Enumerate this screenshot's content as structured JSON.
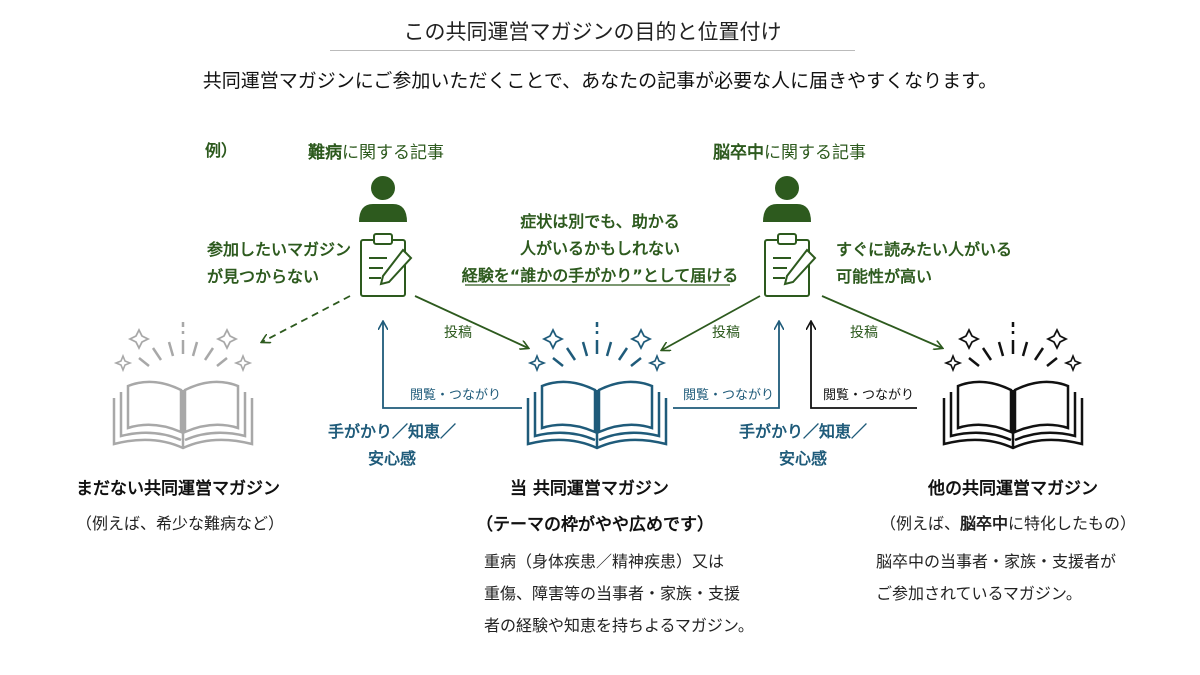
{
  "header": {
    "title": "この共同運営マガジンの目的と位置付け",
    "subtitle": "共同運営マガジンにご参加いただくことで、あなたの記事が必要な人に届きやすくなります。"
  },
  "example_label": "例）",
  "left_author": {
    "topic_bold": "難病",
    "topic_rest": "に関する記事",
    "note_line1": "参加したいマガジン",
    "note_line2": "が見つからない"
  },
  "right_author": {
    "topic_bold": "脳卒中",
    "topic_rest": "に関する記事",
    "note_line1": "すぐに読みたい人がいる",
    "note_line2": "可能性が高い"
  },
  "center_message": {
    "line1": "症状は別でも、助かる",
    "line2": "人がいるかもしれない",
    "line3": "経験を“誰かの手がかり”として届ける"
  },
  "arrows": {
    "post": "投稿",
    "browse": "閲覧・つながり",
    "benefit_line1": "手がかり／知恵／",
    "benefit_line2": "安心感"
  },
  "magazines": {
    "none": {
      "name": "まだない共同運営マガジン",
      "example": "（例えば、希少な難病など）"
    },
    "this": {
      "name": "当 共同運営マガジン",
      "theme": "（テーマの枠がやや広めです）",
      "desc_line1": "重病（身体疾患／精神疾患）又は",
      "desc_line2": "重傷、障害等の当事者・家族・支援",
      "desc_line3": "者の経験や知恵を持ちよるマガジン。"
    },
    "other": {
      "name": "他の共同運営マガジン",
      "example_pre": "（例えば、",
      "example_bold": "脳卒中",
      "example_post": "に特化したもの）",
      "desc_line1": "脳卒中の当事者・家族・支援者が",
      "desc_line2": "ご参加されているマガジン。"
    }
  },
  "colors": {
    "green": "#2d5a1e",
    "blue": "#1f5b7a",
    "gray": "#a8a8a8",
    "black": "#111111"
  }
}
